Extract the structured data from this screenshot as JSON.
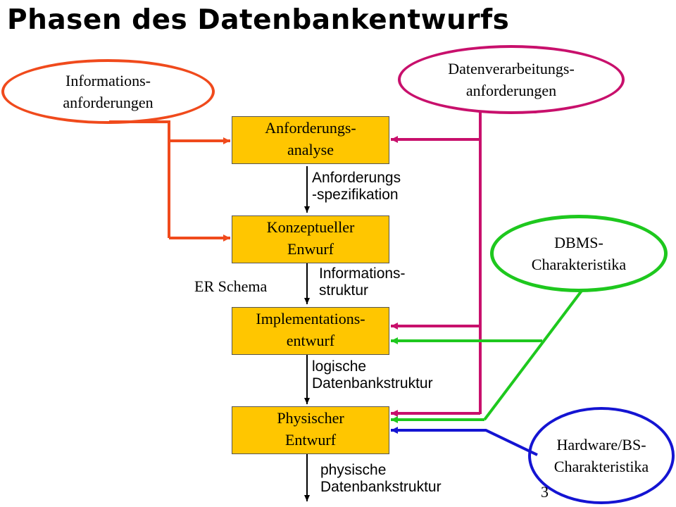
{
  "title": "Phasen des Datenbankentwurfs",
  "phases": [
    {
      "line1": "Anforderungs-",
      "line2": "analyse"
    },
    {
      "line1": "Konzeptueller",
      "line2": "Enwurf"
    },
    {
      "line1": "Implementations-",
      "line2": "entwurf"
    },
    {
      "line1": "Physischer",
      "line2": "Entwurf"
    }
  ],
  "inputs": {
    "information_requirements": {
      "line1": "Informations-",
      "line2": "anforderungen"
    },
    "processing_requirements": {
      "line1": "Datenverarbeitungs-",
      "line2": "anforderungen"
    },
    "dbms_characteristics": {
      "line1": "DBMS-",
      "line2": "Charakteristika"
    },
    "hardware_characteristics": {
      "line1": "Hardware/BS-",
      "line2": "Charakteristika"
    }
  },
  "outputs": {
    "requirements_spec": {
      "line1": "Anforderungs",
      "line2": "-spezifikation"
    },
    "information_structure": {
      "line1": "Informations-",
      "line2": "struktur"
    },
    "er_schema": "ER Schema",
    "logical_structure": {
      "line1": "logische",
      "line2": "Datenbankstruktur"
    },
    "physical_structure": {
      "line1": "physische",
      "line2": "Datenbankstruktur"
    }
  },
  "slide_number": "3",
  "colors": {
    "box_fill": "#ffc600",
    "info_requirements": "#f04a1c",
    "processing_requirements": "#c8106c",
    "dbms": "#1ec81e",
    "hardware": "#1414d2"
  }
}
